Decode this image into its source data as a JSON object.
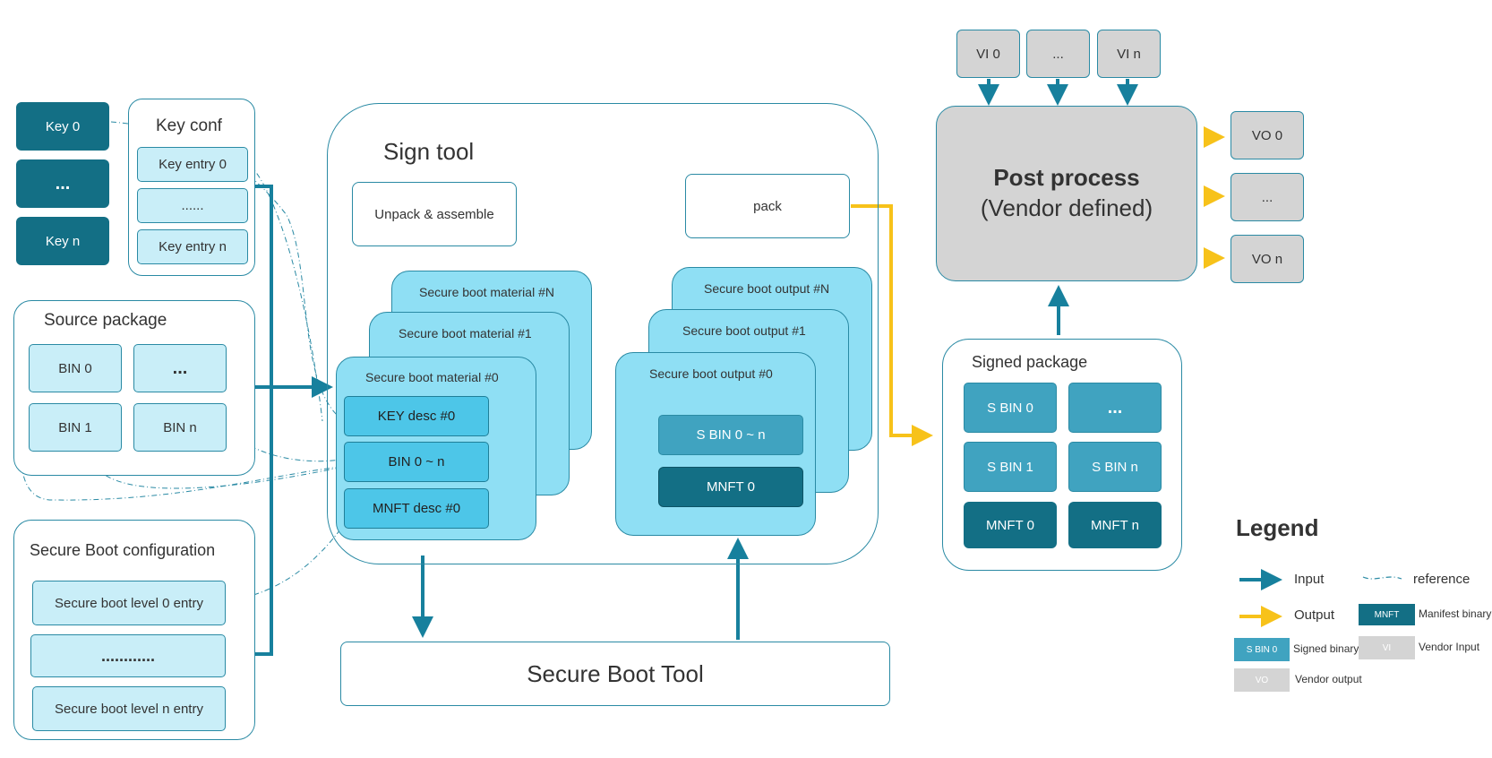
{
  "keys": {
    "key0": "Key 0",
    "keydots": "...",
    "keyn": "Key n"
  },
  "key_conf": {
    "title": "Key conf",
    "entry0": "Key entry 0",
    "dots": "......",
    "entryn": "Key entry n"
  },
  "source_package": {
    "title": "Source package",
    "bin0": "BIN 0",
    "dots": "...",
    "bin1": "BIN 1",
    "binn": "BIN n"
  },
  "sb_config": {
    "title": "Secure Boot configuration",
    "level0": "Secure boot level 0 entry",
    "dots": "............",
    "leveln": "Secure boot level n entry"
  },
  "sign_tool": {
    "title": "Sign tool",
    "unpack": "Unpack & assemble",
    "pack": "pack",
    "material_n": "Secure boot material #N",
    "material_1": "Secure boot material #1",
    "material_0": "Secure boot material #0",
    "key_desc": "KEY desc #0",
    "bin_range": "BIN 0 ~ n",
    "mnft_desc": "MNFT desc #0",
    "output_n": "Secure boot output #N",
    "output_1": "Secure boot output #1",
    "output_0": "Secure boot output #0",
    "sbin_range": "S BIN 0 ~ n",
    "mnft0": "MNFT 0"
  },
  "secure_boot_tool": "Secure Boot Tool",
  "signed_package": {
    "title": "Signed package",
    "sbin0": "S BIN 0",
    "dots": "...",
    "sbin1": "S BIN 1",
    "sbinn": "S BIN n",
    "mnft0": "MNFT 0",
    "mnftn": "MNFT n"
  },
  "post_process": {
    "line1": "Post process",
    "line2": "(Vendor defined)"
  },
  "vendor_inputs": [
    "VI 0",
    "...",
    "VI n"
  ],
  "vendor_outputs": [
    "VO 0",
    "...",
    "VO n"
  ],
  "legend": {
    "title": "Legend",
    "input": "Input",
    "reference": "reference",
    "output": "Output",
    "mnft_chip": "MNFT",
    "manifest_binary": "Manifest binary",
    "sbin_chip": "S BIN 0",
    "signed_binary": "Signed binary",
    "vi_chip": "VI",
    "vendor_input": "Vendor Input",
    "vo_chip": "VO",
    "vendor_output": "Vendor output"
  },
  "colors": {
    "input_arrow": "#17809d",
    "output_arrow": "#f7c21a",
    "dark": "#136f85",
    "light": "#c9eef8",
    "card": "#8fdff4",
    "gray": "#d4d4d4"
  }
}
